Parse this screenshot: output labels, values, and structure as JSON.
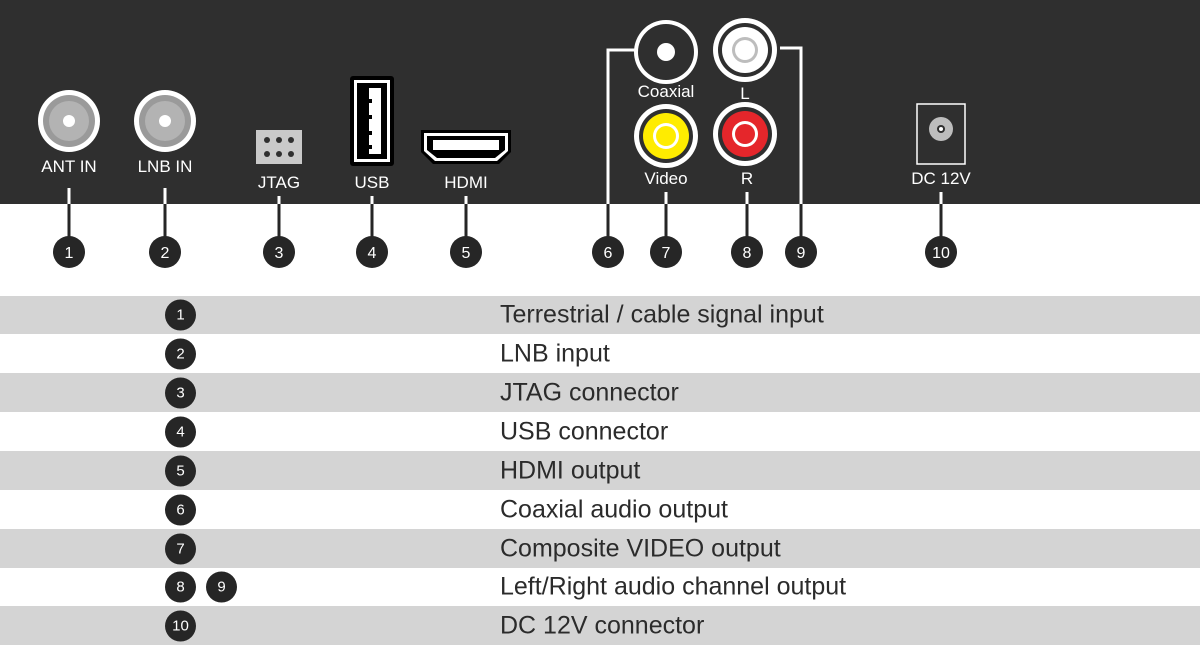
{
  "panel": {
    "colors": {
      "background": "#2f2f2f",
      "label": "#ffffff",
      "badge": "#262626",
      "row_shade": "#d4d4d4",
      "yellow": "#ffec00",
      "red": "#e5262b"
    },
    "connectors": [
      {
        "id": 1,
        "label": "ANT IN",
        "icon": "rf-connector-icon"
      },
      {
        "id": 2,
        "label": "LNB IN",
        "icon": "rf-connector-icon"
      },
      {
        "id": 3,
        "label": "JTAG",
        "icon": "jtag-header-icon"
      },
      {
        "id": 4,
        "label": "USB",
        "icon": "usb-port-icon"
      },
      {
        "id": 5,
        "label": "HDMI",
        "icon": "hdmi-port-icon"
      },
      {
        "id": 6,
        "label": "Coaxial",
        "icon": "rca-coaxial-jack-icon"
      },
      {
        "id": 7,
        "label": "Video",
        "icon": "rca-yellow-jack-icon"
      },
      {
        "id": 8,
        "label": "R",
        "icon": "rca-red-jack-icon"
      },
      {
        "id": 9,
        "label": "L",
        "icon": "rca-white-jack-icon"
      },
      {
        "id": 10,
        "label": "DC 12V",
        "icon": "dc-power-jack-icon"
      }
    ]
  },
  "legend": [
    {
      "badges": [
        "1"
      ],
      "text": "Terrestrial / cable signal input"
    },
    {
      "badges": [
        "2"
      ],
      "text": "LNB input"
    },
    {
      "badges": [
        "3"
      ],
      "text": "JTAG connector"
    },
    {
      "badges": [
        "4"
      ],
      "text": "USB connector"
    },
    {
      "badges": [
        "5"
      ],
      "text": "HDMI output"
    },
    {
      "badges": [
        "6"
      ],
      "text": "Coaxial audio output"
    },
    {
      "badges": [
        "7"
      ],
      "text": "Composite VIDEO output"
    },
    {
      "badges": [
        "8",
        "9"
      ],
      "text": "Left/Right audio channel output"
    },
    {
      "badges": [
        "10"
      ],
      "text": "DC 12V connector"
    }
  ]
}
